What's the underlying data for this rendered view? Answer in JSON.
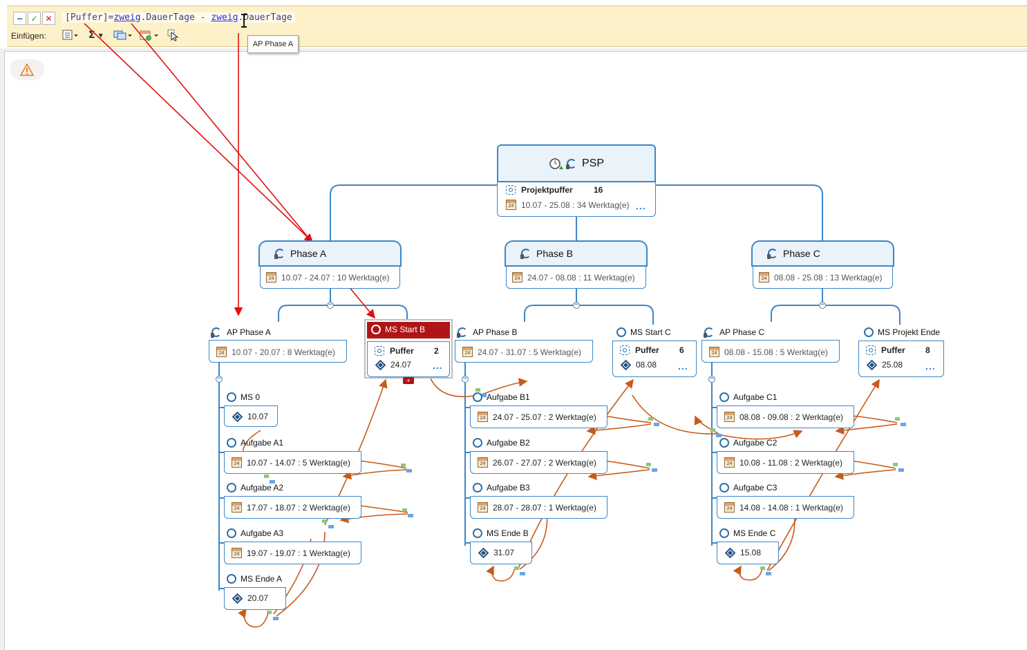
{
  "formula_bar": {
    "buttons": {
      "collapse": "−",
      "accept": "✓",
      "cancel": "✕"
    },
    "formula_parts": [
      "[Puffer]=",
      "zweig",
      ".DauerTage - ",
      "zweig",
      ".DauerTage"
    ],
    "insert_label": "Einfügen:",
    "tooltip": "AP Phase A",
    "toolbar_icons": [
      "list-icon",
      "sum-icon",
      "screens-icon",
      "calendar-add-icon",
      "cursor-select-icon"
    ],
    "sum_glyph": "Σ"
  },
  "warning_icon": "warning-triangle-icon",
  "colors": {
    "accent": "#3d86c6",
    "selected_header": "#b01416",
    "arrow_red": "#e01010",
    "link_orange": "#c85a1a",
    "formula_bg": "#fdf1c9"
  },
  "root": {
    "title": "PSP",
    "field_label": "Projektpuffer",
    "field_value": "16",
    "dates": "10.07 - 25.08 : 34 Werktag(e)",
    "more": "..."
  },
  "phases": [
    {
      "title": "Phase A",
      "dates": "10.07 - 24.07 : 10 Werktag(e)"
    },
    {
      "title": "Phase B",
      "dates": "24.07 - 08.08 : 11 Werktag(e)"
    },
    {
      "title": "Phase C",
      "dates": "08.08 - 25.08 : 13 Werktag(e)"
    }
  ],
  "work_packages": [
    {
      "title": "AP Phase A",
      "dates": "10.07 - 20.07 : 8 Werktag(e)"
    },
    {
      "title": "AP Phase B",
      "dates": "24.07 - 31.07 : 5 Werktag(e)"
    },
    {
      "title": "AP Phase C",
      "dates": "08.08 - 15.08 : 5 Werktag(e)"
    }
  ],
  "milestones_top": [
    {
      "title": "MS Start B",
      "field_label": "Puffer",
      "field_value": "2",
      "date": "24.07",
      "more": "...",
      "selected": true
    },
    {
      "title": "MS Start C",
      "field_label": "Puffer",
      "field_value": "6",
      "date": "08.08",
      "more": "..."
    },
    {
      "title": "MS Projekt Ende",
      "field_label": "Puffer",
      "field_value": "8",
      "date": "25.08",
      "more": "..."
    }
  ],
  "branch_a": [
    {
      "title": "MS 0",
      "value": "10.07",
      "kind": "milestone"
    },
    {
      "title": "Aufgabe A1",
      "value": "10.07 - 14.07 : 5 Werktag(e)",
      "kind": "task"
    },
    {
      "title": "Aufgabe A2",
      "value": "17.07 - 18.07 : 2 Werktag(e)",
      "kind": "task"
    },
    {
      "title": "Aufgabe A3",
      "value": "19.07 - 19.07 : 1 Werktag(e)",
      "kind": "task"
    },
    {
      "title": "MS Ende A",
      "value": "20.07",
      "kind": "milestone"
    }
  ],
  "branch_b": [
    {
      "title": "Aufgabe B1",
      "value": "24.07 - 25.07 : 2 Werktag(e)",
      "kind": "task"
    },
    {
      "title": "Aufgabe B2",
      "value": "26.07 - 27.07 : 2 Werktag(e)",
      "kind": "task"
    },
    {
      "title": "Aufgabe B3",
      "value": "28.07 - 28.07 : 1 Werktag(e)",
      "kind": "task"
    },
    {
      "title": "MS Ende B",
      "value": "31.07",
      "kind": "milestone"
    }
  ],
  "branch_c": [
    {
      "title": "Aufgabe C1",
      "value": "08.08 - 09.08 : 2 Werktag(e)",
      "kind": "task"
    },
    {
      "title": "Aufgabe C2",
      "value": "10.08 - 11.08 : 2 Werktag(e)",
      "kind": "task"
    },
    {
      "title": "Aufgabe C3",
      "value": "14.08 - 14.08 : 1 Werktag(e)",
      "kind": "task"
    },
    {
      "title": "MS Ende C",
      "value": "15.08",
      "kind": "milestone"
    }
  ]
}
